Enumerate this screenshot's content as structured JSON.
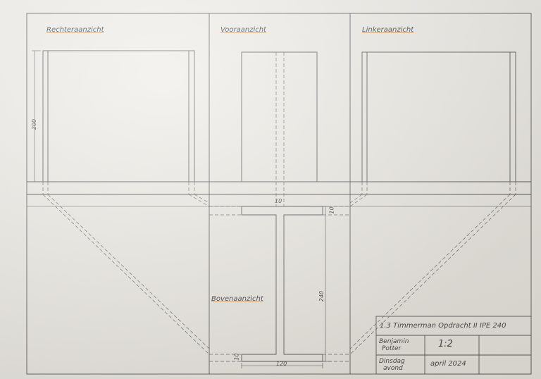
{
  "views": {
    "right_view_title": "Rechteraanzicht",
    "front_view_title": "Vooraanzicht",
    "left_view_title": "Linkeraanzicht",
    "top_view_title": "Bovenaanzicht"
  },
  "dimensions": {
    "height_left": "200",
    "web_thickness": "10",
    "flange_thickness_top": "10",
    "profile_height": "240",
    "flange_thickness_bottom": "10",
    "flange_width": "120"
  },
  "title_block": {
    "title": "1.3 Timmerman Opdracht II IPE 240",
    "author_line1": "Benjamin",
    "author_line2": "Potter",
    "scale": "1:2",
    "day_line1": "Dinsdag",
    "day_line2": "avond",
    "date": "april 2024"
  }
}
